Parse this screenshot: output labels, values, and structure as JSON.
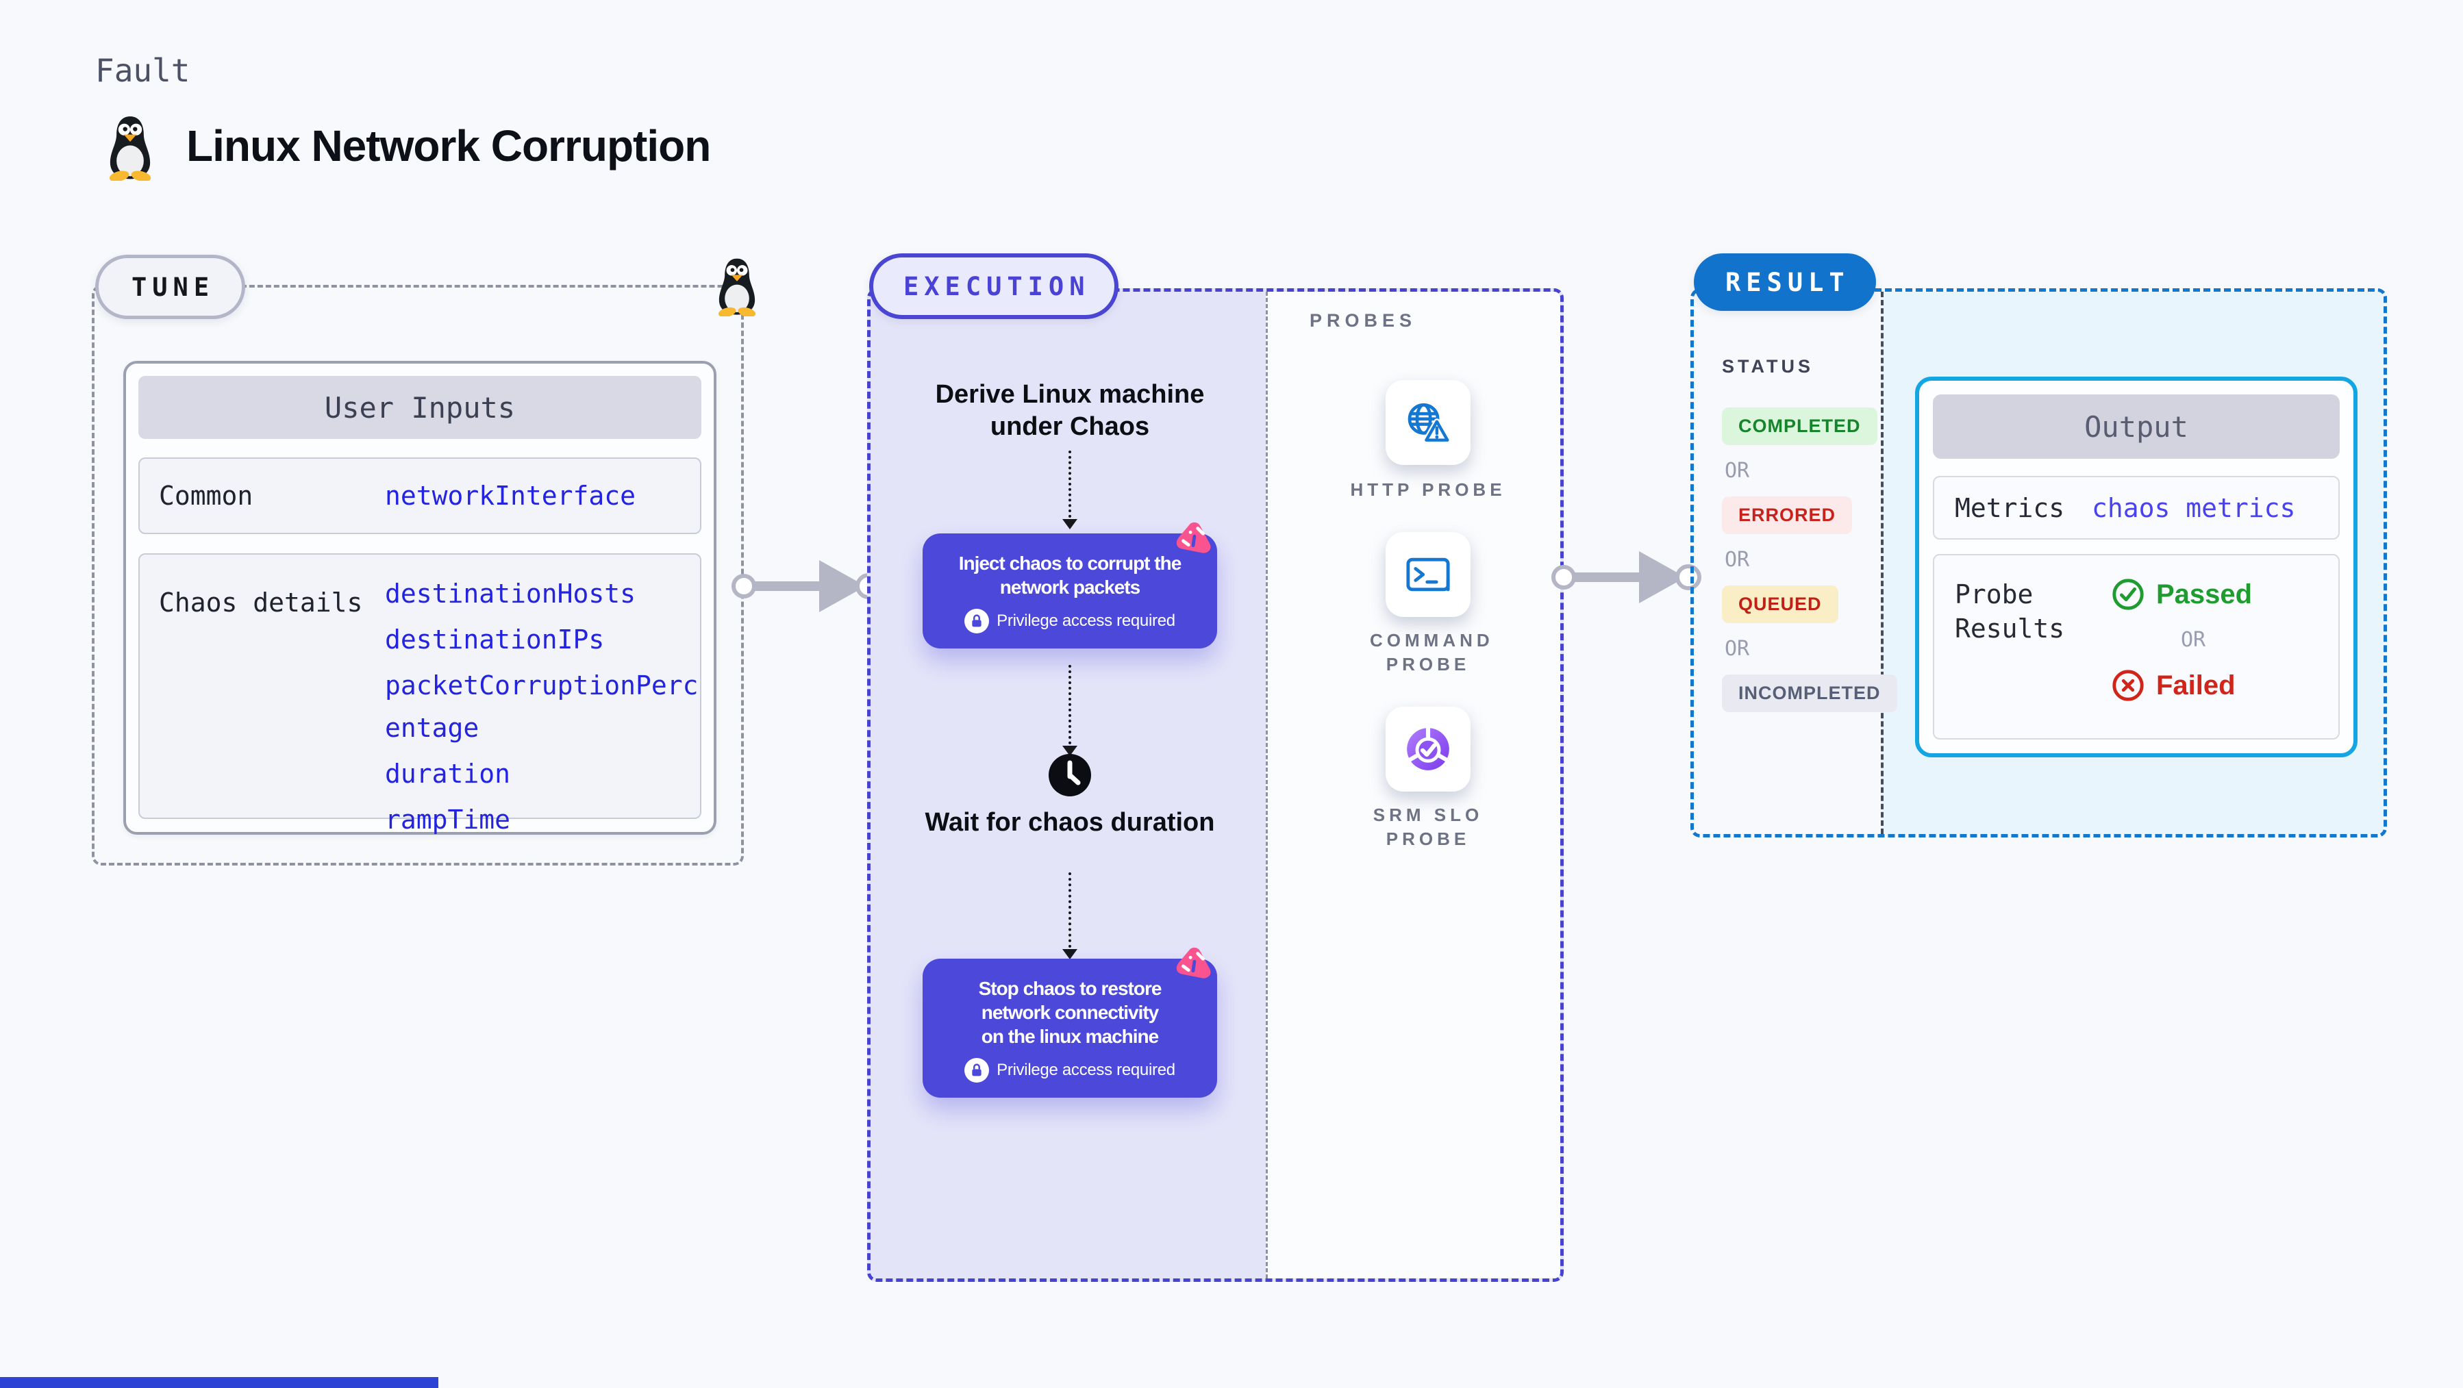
{
  "header": {
    "kicker": "Fault",
    "title": "Linux Network Corruption"
  },
  "tune": {
    "pill": "TUNE",
    "card": {
      "header": "User Inputs",
      "rows": [
        {
          "label": "Common",
          "values": [
            "networkInterface"
          ]
        },
        {
          "label": "Chaos details",
          "values": [
            "destinationHosts",
            "destinationIPs",
            "packetCorruptionPercentage",
            "duration",
            "rampTime"
          ]
        }
      ]
    }
  },
  "execution": {
    "pill": "EXECUTION",
    "derive_step": "Derive Linux machine under Chaos",
    "inject_step": {
      "title": "Inject chaos to corrupt the network packets",
      "badge": "Privilege access required"
    },
    "wait_step": "Wait for chaos duration",
    "stop_step": {
      "title": "Stop chaos to restore network connectivity on the linux machine",
      "badge": "Privilege access required"
    }
  },
  "probes": {
    "label": "PROBES",
    "items": [
      {
        "label": "HTTP PROBE",
        "icon": "globe-warning-icon"
      },
      {
        "label": "COMMAND PROBE",
        "icon": "terminal-icon"
      },
      {
        "label": "SRM SLO PROBE",
        "icon": "slo-donut-check-icon"
      }
    ]
  },
  "result": {
    "pill": "RESULT",
    "status": {
      "label": "STATUS",
      "separator": "OR",
      "badges": [
        {
          "text": "COMPLETED",
          "fg": "#15842B",
          "bg": "#DCF5DD"
        },
        {
          "text": "ERRORED",
          "fg": "#C5231B",
          "bg": "#FCEAEA"
        },
        {
          "text": "QUEUED",
          "fg": "#C02016",
          "bg": "#F9EEC5"
        },
        {
          "text": "INCOMPLETED",
          "fg": "#565F76",
          "bg": "#E9EAF1"
        }
      ]
    },
    "output": {
      "header": "Output",
      "metrics_label": "Metrics",
      "metrics_value": "chaos metrics",
      "probe_results_label": "Probe Results",
      "passed": "Passed",
      "failed": "Failed",
      "separator": "OR"
    }
  },
  "colors": {
    "page_bg": "#F7F9FC",
    "indigo_node": "#4C49DA",
    "indigo_dash": "#4742D0",
    "lavender_bg": "#E4E4F9",
    "gray_dash": "#8F939F",
    "blue_dash": "#1377CD",
    "result_pill_blue": "#1173CB",
    "light_blue_bg": "#E8F5FC",
    "output_border_cyan": "#14A5E3",
    "value_blue": "#2424DF",
    "metrics_blue": "#4A42EE",
    "pink_badge": "#F9548F",
    "passed_green": "#1F9C30",
    "failed_red": "#D2251A",
    "arrow_gray": "#B4B6C5",
    "footer_strip": "#2C43D6"
  }
}
